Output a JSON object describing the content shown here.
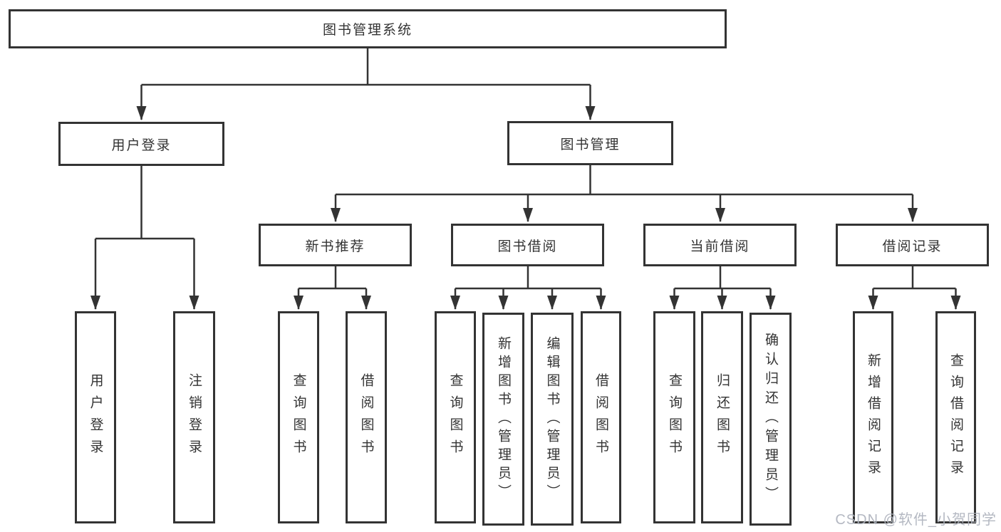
{
  "diagram": {
    "root": {
      "label": "图书管理系统"
    },
    "level2": [
      {
        "label": "用户登录"
      },
      {
        "label": "图书管理"
      }
    ],
    "level3": [
      {
        "label": "新书推荐"
      },
      {
        "label": "图书借阅"
      },
      {
        "label": "当前借阅"
      },
      {
        "label": "借阅记录"
      }
    ],
    "leaves": [
      {
        "label": "用户登录"
      },
      {
        "label": "注销登录"
      },
      {
        "label": "查询图书"
      },
      {
        "label": "借阅图书"
      },
      {
        "label": "查询图书"
      },
      {
        "label": "新增图书（管理员）"
      },
      {
        "label": "编辑图书（管理员）"
      },
      {
        "label": "借阅图书"
      },
      {
        "label": "查询图书"
      },
      {
        "label": "归还图书"
      },
      {
        "label": "确认归还（管理员）"
      },
      {
        "label": "新增借阅记录"
      },
      {
        "label": "查询借阅记录"
      }
    ],
    "watermark": "CSDN @软件_小贺同学",
    "colors": {
      "line": "#333333",
      "box_border": "#333333",
      "box_fill": "#ffffff",
      "text": "#333333",
      "background": "#ffffff",
      "watermark": "#aeb3bd"
    }
  }
}
